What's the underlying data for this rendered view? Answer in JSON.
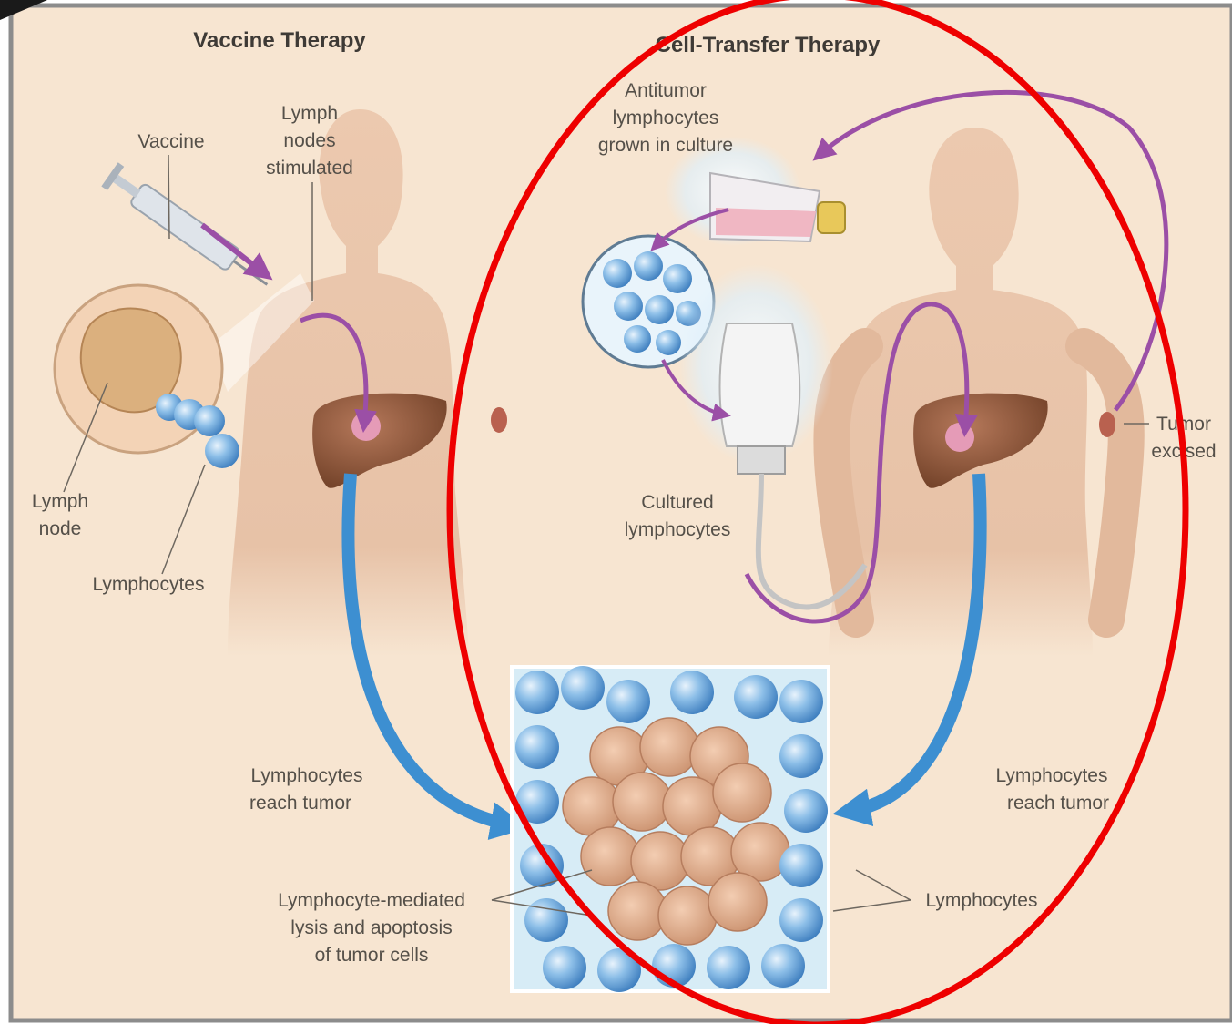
{
  "panels": {
    "vaccine": {
      "title": "Vaccine Therapy"
    },
    "cell_transfer": {
      "title": "Cell-Transfer Therapy"
    }
  },
  "labels": {
    "vaccine": "Vaccine",
    "lymph_nodes_stimulated": [
      "Lymph",
      "nodes",
      "stimulated"
    ],
    "lymph_node": [
      "Lymph",
      "node"
    ],
    "lymphocytes_left": "Lymphocytes",
    "antitumor": [
      "Antitumor",
      "lymphocytes",
      "grown in culture"
    ],
    "cultured": [
      "Cultured",
      "lymphocytes"
    ],
    "tumor_excised": [
      "Tumor",
      "excised"
    ],
    "reach_left": [
      "Lymphocytes",
      "reach tumor"
    ],
    "reach_right": [
      "Lymphocytes",
      "reach tumor"
    ],
    "lysis": [
      "Lymphocyte-mediated",
      "lysis and apoptosis",
      "of tumor cells"
    ],
    "lymphocytes_right": "Lymphocytes"
  },
  "colors": {
    "background": "#f7e5d1",
    "skin": "#e8c3a8",
    "liver": "#8a5235",
    "lymphocyte": "#6fa9dc",
    "tumor_cell": "#dfae8d",
    "arrow_purple": "#9b4fa6",
    "arrow_blue": "#3d8fd1",
    "highlight_ellipse": "#ee0000"
  }
}
